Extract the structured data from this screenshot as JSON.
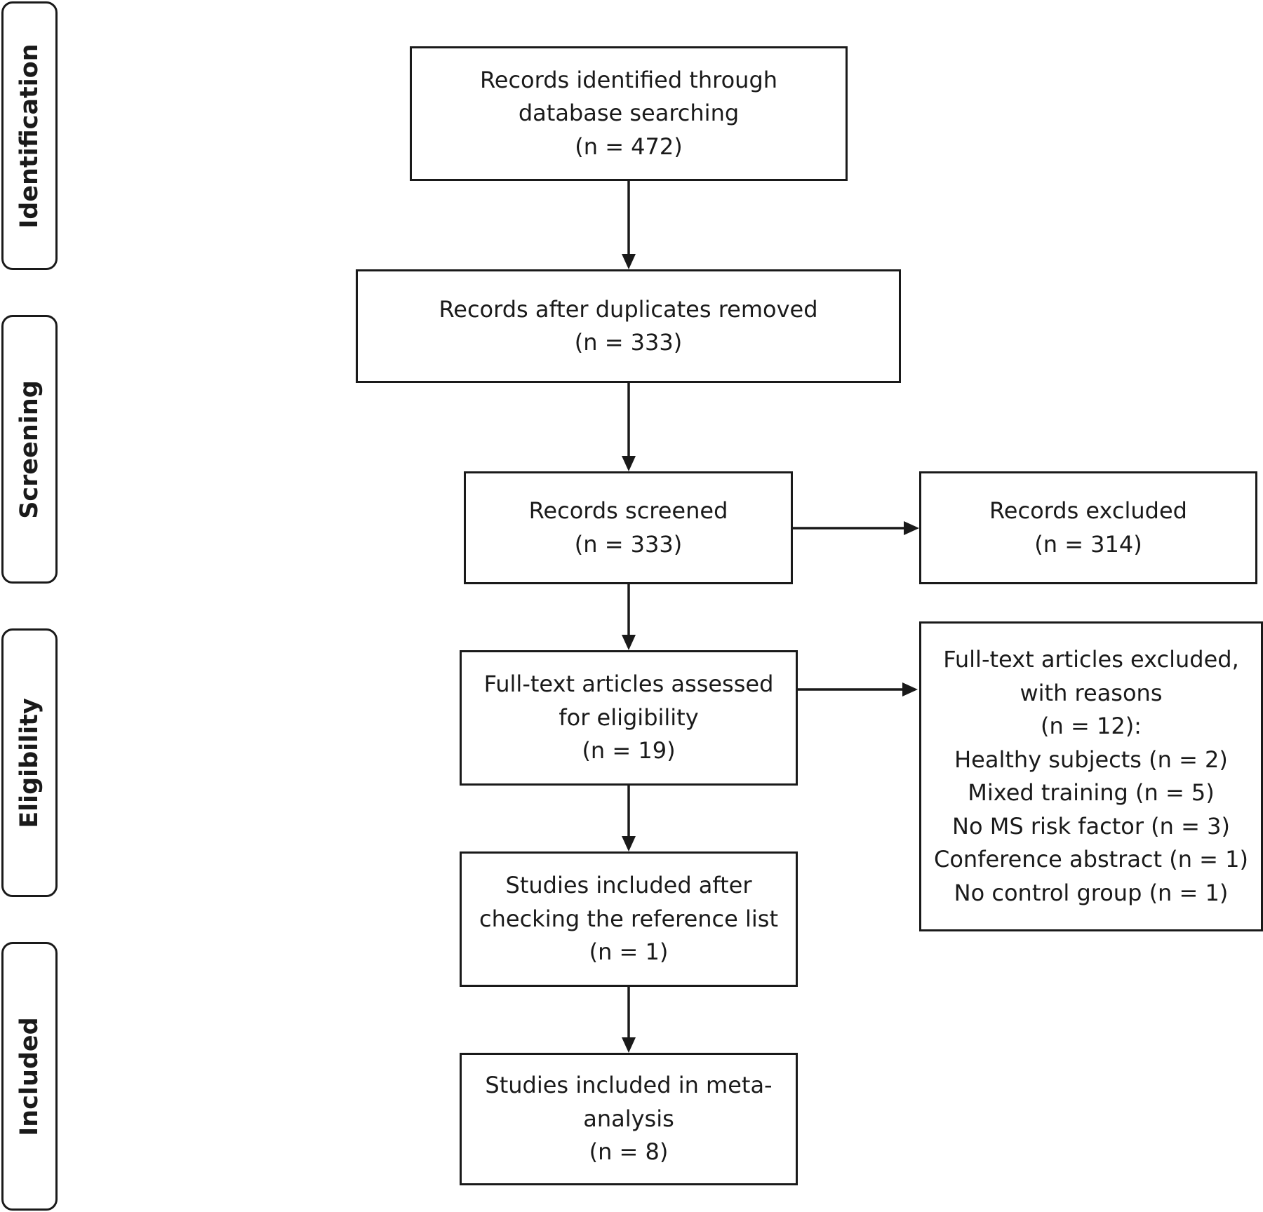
{
  "phases": {
    "identification": "Identification",
    "screening": "Screening",
    "eligibility": "Eligibility",
    "included": "Included"
  },
  "boxes": {
    "identified": [
      "Records identified through",
      "database searching",
      "(n = 472)"
    ],
    "duplicates_removed": [
      "Records after duplicates removed",
      "(n = 333)"
    ],
    "screened": [
      "Records screened",
      "(n = 333)"
    ],
    "excluded": [
      "Records excluded",
      "(n = 314)"
    ],
    "fulltext_assessed": [
      "Full-text articles assessed",
      "for eligibility",
      "(n = 19)"
    ],
    "fulltext_excluded": [
      "Full-text articles excluded,",
      "with reasons",
      "(n = 12):",
      "Healthy subjects (n = 2)",
      "Mixed training (n = 5)",
      "No MS risk factor (n = 3)",
      "Conference abstract (n = 1)",
      "No control group (n = 1)"
    ],
    "reference_list": [
      "Studies included after",
      "checking the reference list",
      "(n = 1)"
    ],
    "meta_analysis": [
      "Studies included in meta-",
      "analysis",
      "(n = 8)"
    ]
  }
}
